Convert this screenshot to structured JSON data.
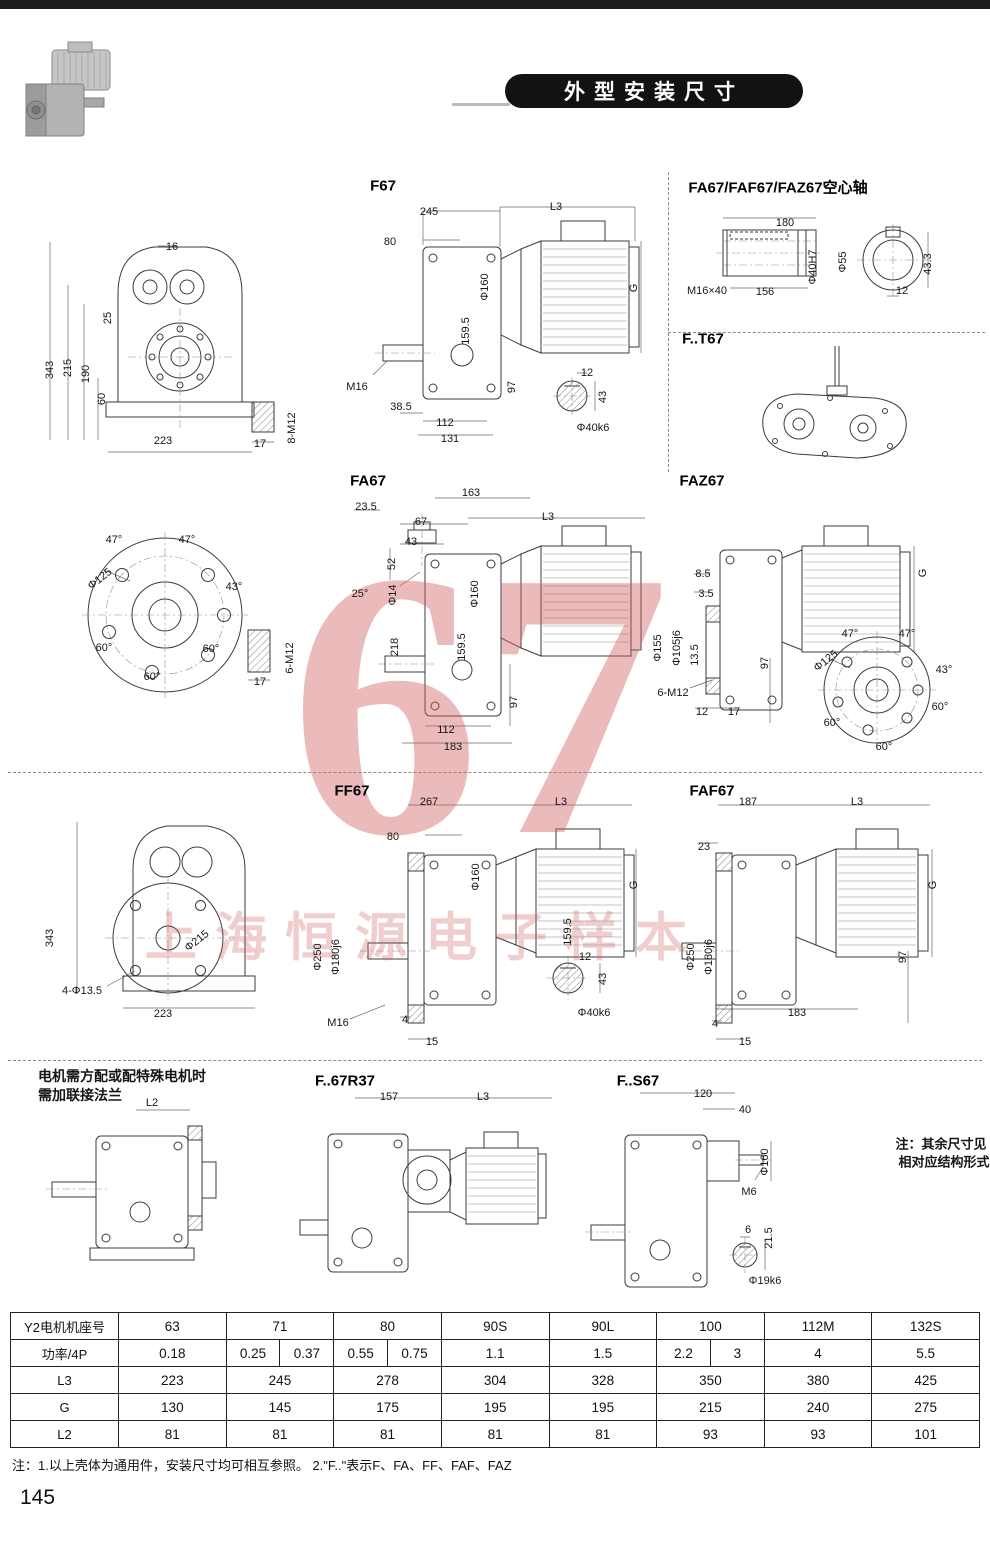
{
  "page": {
    "header_title": "外型安装尺寸",
    "page_number": "145",
    "footer_note": "注：1.以上壳体为通用件，安装尺寸均可相互参照。    2.\"F..\"表示F、FA、FF、FAF、FAZ"
  },
  "watermark": {
    "number": "67",
    "text": "上海恒源电子样本"
  },
  "titles": {
    "f67": "F67",
    "hollow": "FA67/FAF67/FAZ67空心轴",
    "ft67": "F..T67",
    "fa67": "FA67",
    "faz67": "FAZ67",
    "ff67": "FF67",
    "faf67": "FAF67",
    "fr37": "F..67R37",
    "fs67": "F..S67"
  },
  "dims": {
    "f67_front": [
      "16",
      "25",
      "343",
      "215",
      "190",
      "60",
      "223",
      "17",
      "8-M12"
    ],
    "f67_side": [
      "245",
      "L3",
      "80",
      "Φ160",
      "G",
      "159.5",
      "97",
      "12",
      "43",
      "M16",
      "38.5",
      "112",
      "131",
      "Φ40k6"
    ],
    "hollow": [
      "180",
      "M16×40",
      "156",
      "Φ40H7",
      "Φ55",
      "43.3",
      "12"
    ],
    "flange125": [
      "Φ125",
      "47°",
      "47°",
      "43°",
      "60°",
      "60°",
      "60°",
      "17",
      "6-M12"
    ],
    "fa67": [
      "163",
      "23.5",
      "67",
      "L3",
      "43",
      "52",
      "25°",
      "Φ14",
      "Φ160",
      "218",
      "159.5",
      "97",
      "112",
      "183"
    ],
    "faz67": [
      "8.5",
      "3.5",
      "Φ155",
      "Φ105j6",
      "13.5",
      "6-M12",
      "12",
      "17",
      "97",
      "G",
      "Φ125",
      "47°",
      "47°",
      "43°",
      "60°",
      "60°",
      "60°"
    ],
    "ff_front": [
      "343",
      "Φ215",
      "4-Φ13.5",
      "223"
    ],
    "ff67": [
      "267",
      "L3",
      "80",
      "Φ160",
      "G",
      "159.5",
      "Φ250",
      "Φ180j6",
      "M16",
      "4",
      "15",
      "12",
      "43",
      "Φ40k6"
    ],
    "faf67": [
      "187",
      "L3",
      "23",
      "Φ250",
      "Φ180j6",
      "97",
      "183",
      "4",
      "15",
      "G"
    ],
    "bottom_left": [
      "电机需方配或配特殊电机时",
      "需加联接法兰",
      "L2"
    ],
    "fr37": [
      "157",
      "L3"
    ],
    "fs67": [
      "120",
      "40",
      "Φ160",
      "M6",
      "6",
      "21.5",
      "Φ19k6"
    ],
    "note_right": [
      "注：其余尺寸见",
      "相对应结构形式"
    ]
  },
  "table": {
    "header_label": "Y2电机机座号",
    "frames": [
      "63",
      "71",
      "80",
      "90S",
      "90L",
      "100",
      "112M",
      "132S"
    ],
    "power_label": "功率/4P",
    "power": [
      "0.18",
      "0.25",
      "0.37",
      "0.55",
      "0.75",
      "1.1",
      "1.5",
      "2.2",
      "3",
      "4",
      "5.5"
    ],
    "l3_label": "L3",
    "l3": [
      "223",
      "245",
      "278",
      "304",
      "328",
      "350",
      "380",
      "425"
    ],
    "g_label": "G",
    "g": [
      "130",
      "145",
      "175",
      "195",
      "195",
      "215",
      "240",
      "275"
    ],
    "l2_label": "L2",
    "l2": [
      "81",
      "81",
      "81",
      "81",
      "81",
      "93",
      "93",
      "101"
    ]
  }
}
